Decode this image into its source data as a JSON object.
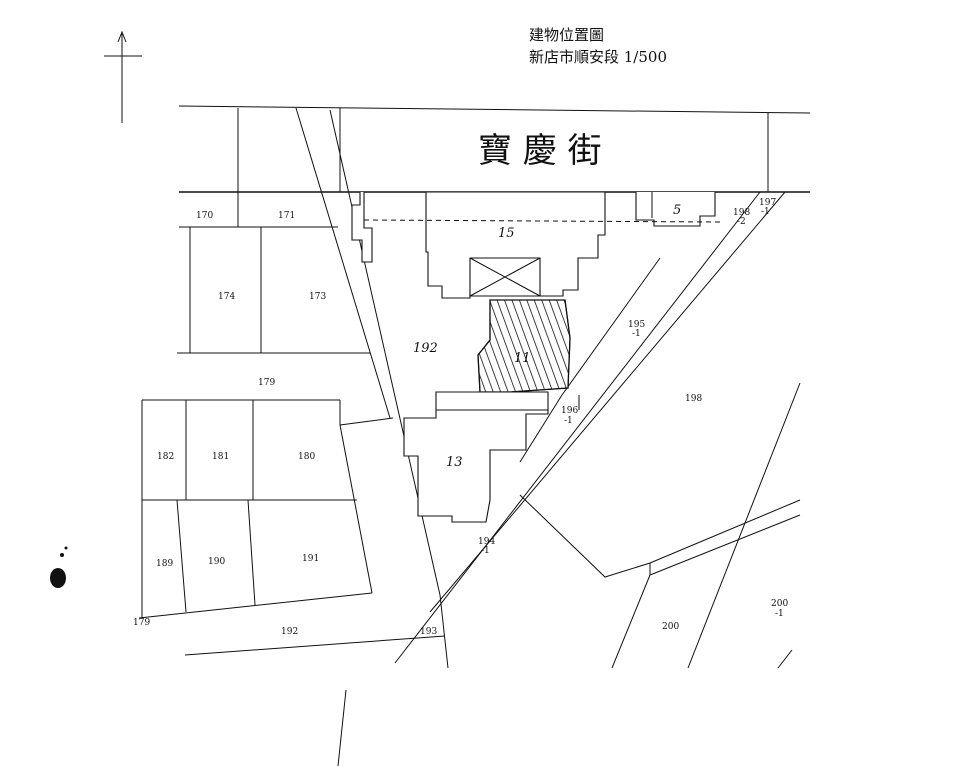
{
  "title": {
    "main": "建物位置圖",
    "sub": "新店市順安段 1/500"
  },
  "street": "寶 慶 街",
  "north_arrow": "north-arrow-icon",
  "parcels": {
    "p170": "170",
    "p171": "171",
    "p174": "174",
    "p173": "173",
    "p179": "179",
    "p179b": "179",
    "p182": "182",
    "p181": "181",
    "p180": "180",
    "p189": "189",
    "p190": "190",
    "p191": "191",
    "p192": "192",
    "p192b": "192",
    "p193": "193",
    "p194": "194",
    "p194s": "-1",
    "p195": "195",
    "p195s": "-1",
    "p196": "196",
    "p196s": "-1",
    "p197": "197",
    "p197s": "-1",
    "p198": "198",
    "p198b": "198",
    "p198s": "-2",
    "p200": "200",
    "p200b": "200",
    "p200s": "-1"
  },
  "buildings": {
    "b5": "5",
    "b15": "15",
    "b11": "11",
    "b13": "13"
  }
}
